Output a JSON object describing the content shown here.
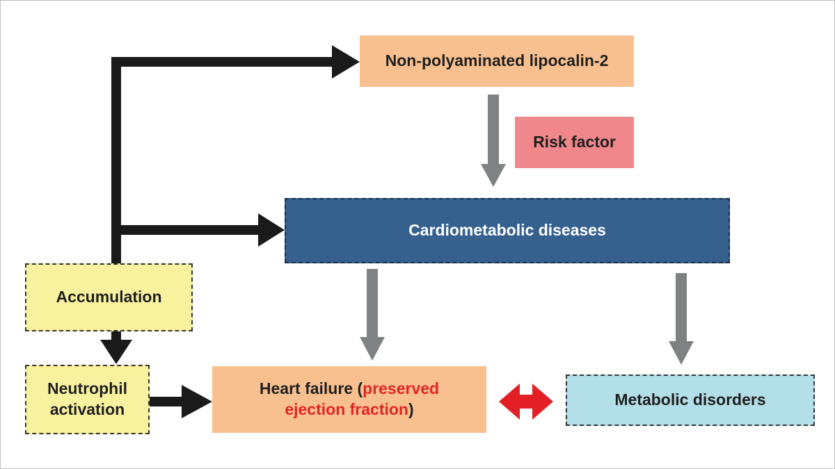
{
  "nodes": {
    "lipocalin": "Non-polyaminated lipocalin-2",
    "risk_factor": "Risk factor",
    "cardiometabolic": "Cardiometabolic diseases",
    "accumulation": "Accumulation",
    "neutrophil_line1": "Neutrophil",
    "neutrophil_line2": "activation",
    "heart_failure_prefix": "Heart failure (",
    "heart_failure_highlight1": "preserved",
    "heart_failure_highlight2": "ejection fraction",
    "heart_failure_suffix": ")",
    "metabolic": "Metabolic disorders"
  },
  "colors": {
    "peach": "#f9c08f",
    "pink": "#f0878a",
    "blue": "#36618f",
    "yellow": "#f8f29f",
    "light_blue": "#b3dfe8",
    "black_arrow": "#1a1a1a",
    "gray_arrow": "#7f8283",
    "red_arrow": "#e32026",
    "highlight_text": "#e02525"
  }
}
